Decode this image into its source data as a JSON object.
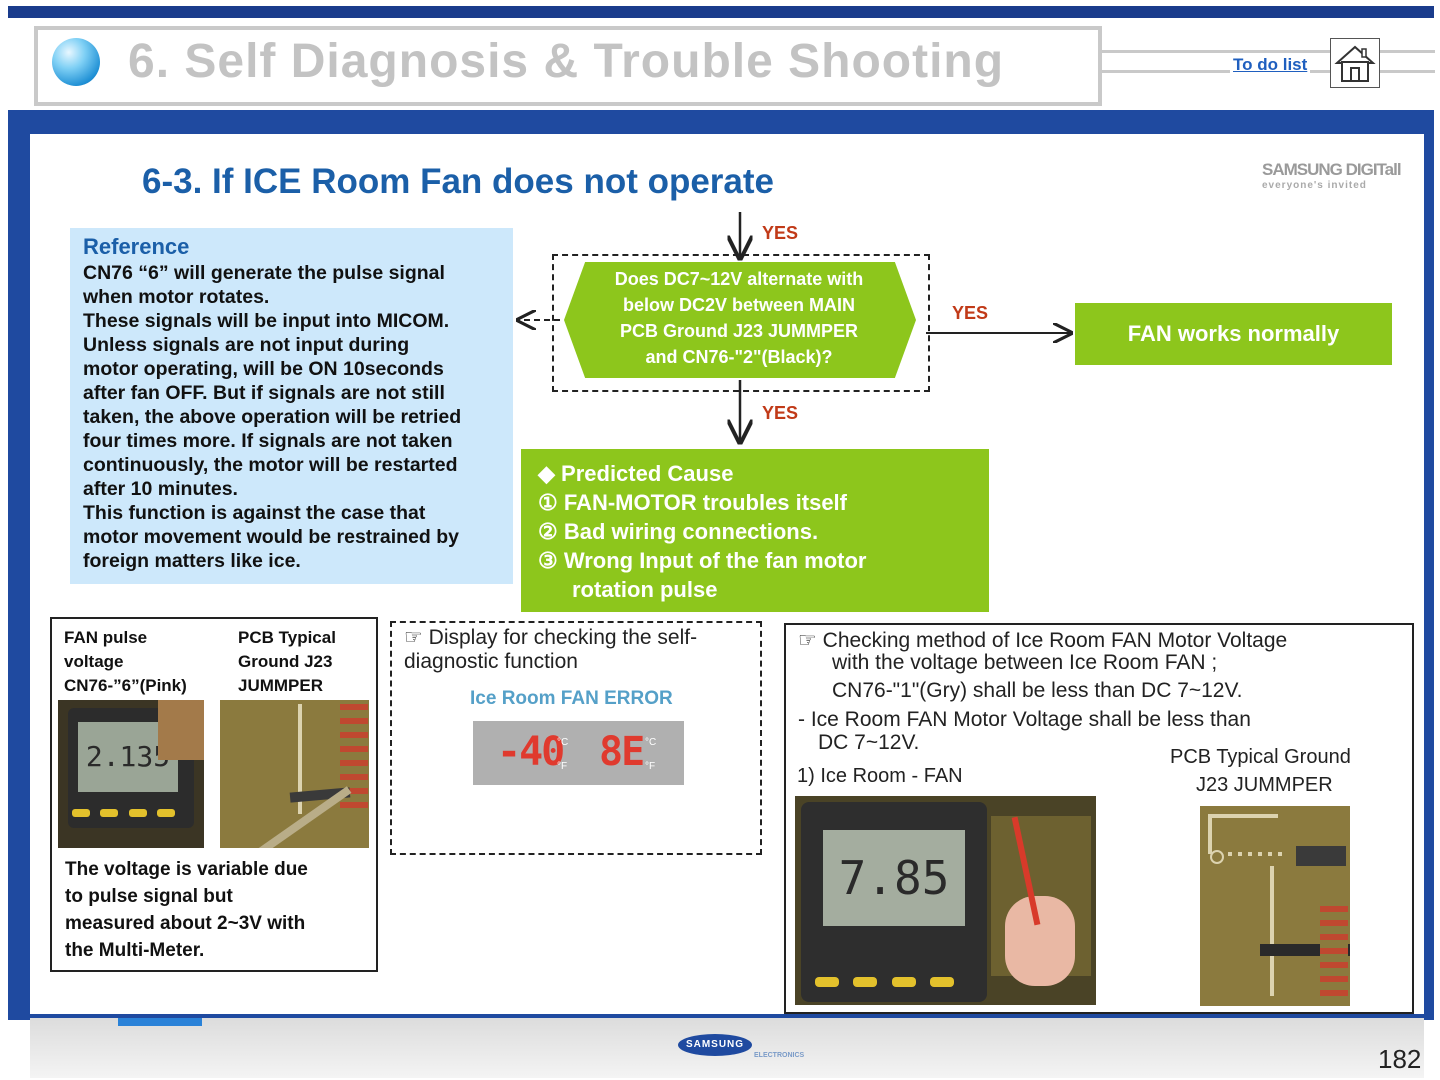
{
  "header": {
    "title": "6. Self Diagnosis & Trouble Shooting",
    "todo_label": "To do list"
  },
  "brand": {
    "name": "SAMSUNG DIGITall",
    "tagline": "everyone's invited"
  },
  "section_title": "6-3. If ICE Room Fan does not operate",
  "reference": {
    "heading": "Reference",
    "lines": [
      "CN76 “6” will generate the pulse signal",
      "when motor rotates.",
      "These signals will be input into MICOM.",
      "Unless signals are not input during",
      "motor operating, will be ON 10seconds",
      "after fan OFF. But if signals are not still",
      "taken, the above operation will be retried",
      "four times more. If signals are not taken",
      "continuously, the motor will be restarted",
      "after 10 minutes.",
      "This function is against the case that",
      "motor movement would be restrained by",
      "foreign matters like ice."
    ]
  },
  "flow": {
    "question_lines": [
      "Does DC7~12V alternate with",
      "below DC2V between MAIN",
      "PCB Ground J23 JUMMPER",
      "and CN76-\"2\"(Black)?"
    ],
    "yes_top": "YES",
    "yes_right": "YES",
    "yes_bottom": "YES",
    "fan_normal": "FAN works normally",
    "predicted": [
      "◆ Predicted Cause",
      "① FAN-MOTOR troubles itself",
      "② Bad wiring connections.",
      "③ Wrong Input of the fan motor",
      "rotation pulse"
    ]
  },
  "pulse_box": {
    "left_head": [
      "FAN pulse",
      "voltage",
      "CN76-”6”(Pink)"
    ],
    "right_head": [
      "PCB Typical",
      "Ground J23",
      "JUMMPER"
    ],
    "meter_reading": "2.135",
    "note": [
      "The voltage is variable due",
      "to pulse signal but",
      "measured about 2~3V with",
      "the Multi-Meter."
    ]
  },
  "display_box": {
    "lines": [
      "☞ Display for checking the self-",
      "diagnostic function"
    ],
    "error_label": "Ice Room FAN ERROR",
    "lcd_left": "-40",
    "lcd_right": "8E",
    "unit_c": "°C",
    "unit_f": "°F"
  },
  "check_box": {
    "line1": "☞ Checking method of Ice Room FAN Motor Voltage",
    "line2": "with the voltage between Ice Room FAN ;",
    "line3": "CN76-\"1\"(Gry) shall be less than DC 7~12V.",
    "line4": "- Ice Room FAN Motor Voltage shall be less than",
    "line5": "DC 7~12V.",
    "label_fan": "1) Ice Room - FAN",
    "label_pcb": [
      "PCB Typical Ground",
      "J23 JUMMPER"
    ],
    "meter_reading": "7.85"
  },
  "footer": {
    "logo": "SAMSUNG",
    "logo_sub": "ELECTRONICS",
    "page_number": "182"
  },
  "colors": {
    "navy": "#1f4aa0",
    "green": "#8dc61c",
    "title_blue": "#1b5fa8",
    "ref_bg": "#cde8fb",
    "yes_red": "#c13a18"
  }
}
